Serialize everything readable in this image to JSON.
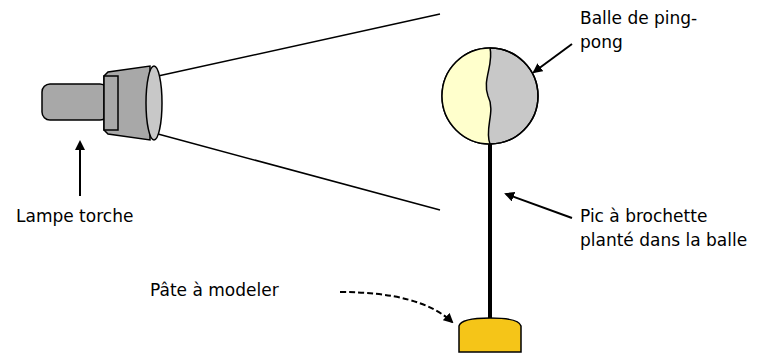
{
  "diagram": {
    "labels": [
      "Balle de ping-pong",
      "Lampe torche",
      "Pic à brochette planté dans la balle",
      "Pâte à modeler"
    ]
  }
}
